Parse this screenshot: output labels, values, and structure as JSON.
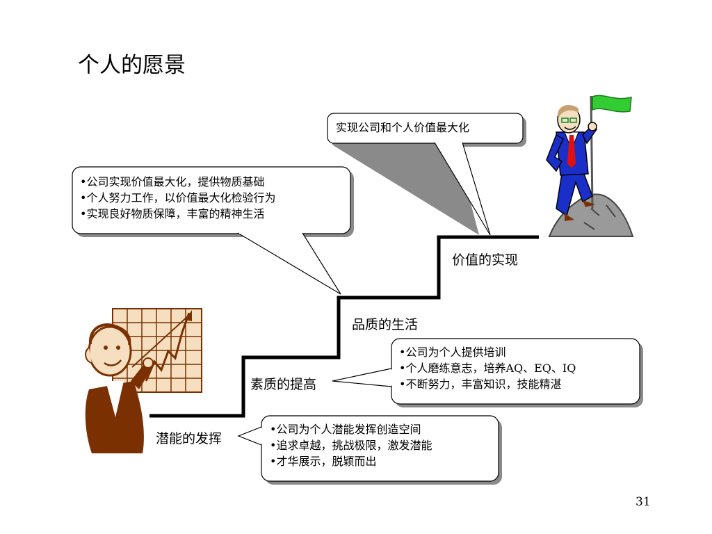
{
  "title": "个人的愿景",
  "steps": {
    "step1": "潜能的发挥",
    "step2": "素质的提高",
    "step3": "品质的生活",
    "step4": "价值的实现"
  },
  "bubbles": {
    "top": [
      "实现公司和个人价值最大化"
    ],
    "left": [
      "•公司实现价值最大化，提供物质基础",
      "•个人努力工作，以价值最大化检验行为",
      "•实现良好物质保障，丰富的精神生活"
    ],
    "middle": [
      "•公司为个人提供培训",
      "•个人磨练意志，培养AQ、EQ、IQ",
      "•不断努力，丰富知识，技能精湛"
    ],
    "bottom": [
      "•公司为个人潜能发挥创造空间",
      "•追求卓越，挑战极限，激发潜能",
      "•才华展示，脱颖而出"
    ]
  },
  "page_number": "31",
  "colors": {
    "flag": "#33cc33",
    "suit": "#1a2fc8",
    "tie": "#e01010",
    "rock": "#9a9a9a",
    "presenter": "#7a3000",
    "chart_grid": "#f5dfc0"
  }
}
